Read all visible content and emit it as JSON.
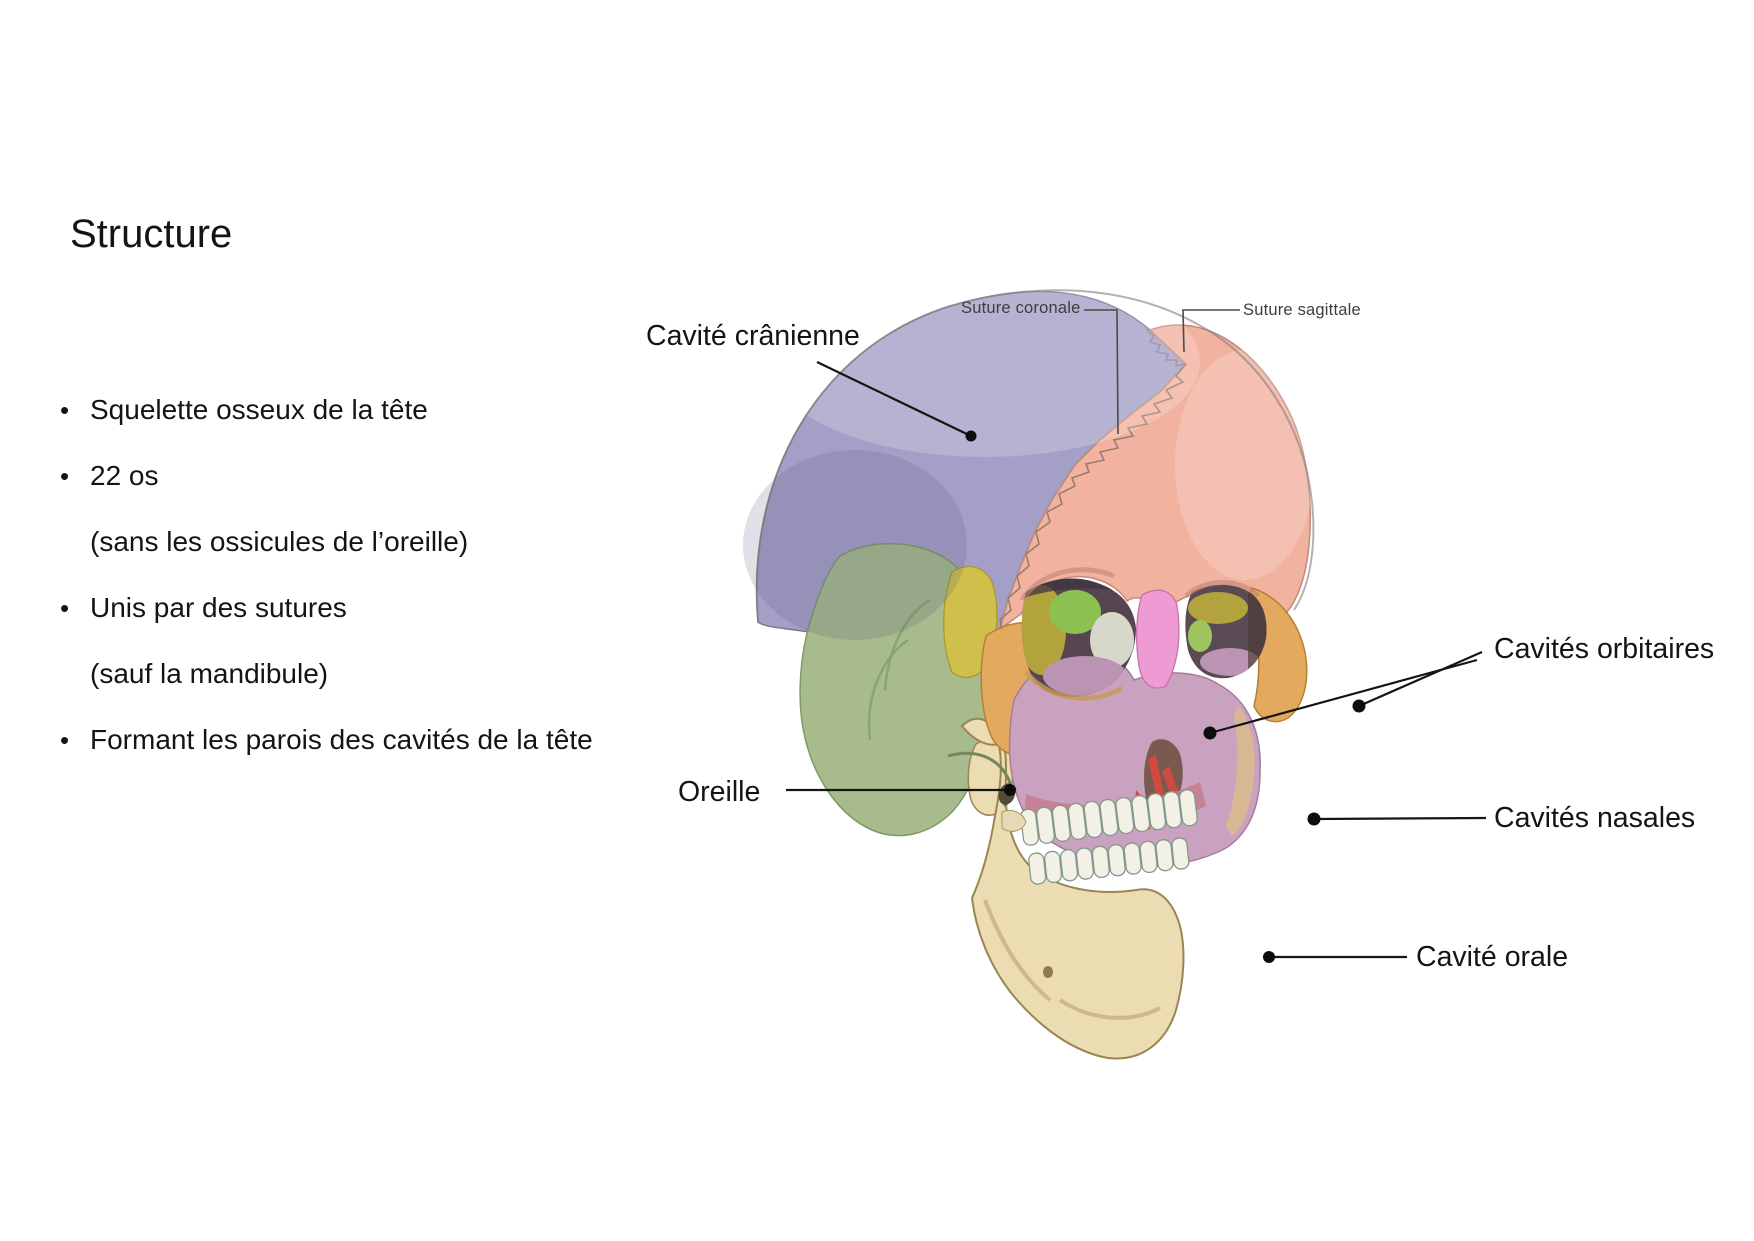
{
  "slide": {
    "title": "Structure",
    "bullets": [
      "Squelette osseux de la tête",
      "22 os",
      "(sans les ossicules de l’oreille)",
      "Unis par des sutures",
      "(sauf la mandibule)",
      "Formant les parois des cavités de la tête"
    ]
  },
  "figure": {
    "labels": {
      "cavite_cranienne": "Cavité crânienne",
      "suture_coronale": "Suture coronale",
      "suture_sagittale": "Suture sagittale",
      "cavites_orbitaires": "Cavités orbitaires",
      "cavites_nasales": "Cavités nasales",
      "cavite_orale": "Cavité orale",
      "oreille": "Oreille"
    },
    "colors": {
      "parietal": "#a49fc6",
      "frontal": "#f2b2a0",
      "temporal": "#a7bb8c",
      "sphenoid": "#cfc04b",
      "zygomatic": "#e2a95f",
      "maxilla": "#c9a2c0",
      "nasal_bone": "#ef9bd3",
      "mandible": "#ecdcb2",
      "teeth": "#f3f0e6",
      "orbit_olive": "#b2a33d",
      "orbit_green": "#8cc152",
      "orbit_mauve": "#bb93b3",
      "annotation_line": "#151515"
    }
  }
}
